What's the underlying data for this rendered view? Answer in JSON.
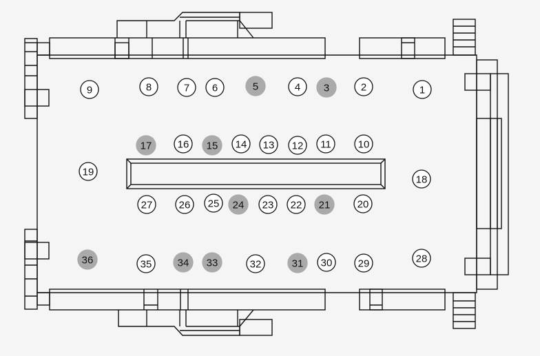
{
  "colors": {
    "background": "#f5f5f5",
    "line": "#111111",
    "pin_empty": "#ffffff",
    "pin_filled": "#aaaaaa"
  },
  "pins": [
    {
      "label": "1",
      "filled": false
    },
    {
      "label": "2",
      "filled": false
    },
    {
      "label": "3",
      "filled": true
    },
    {
      "label": "4",
      "filled": false
    },
    {
      "label": "5",
      "filled": true
    },
    {
      "label": "6",
      "filled": false
    },
    {
      "label": "7",
      "filled": false
    },
    {
      "label": "8",
      "filled": false
    },
    {
      "label": "9",
      "filled": false
    },
    {
      "label": "10",
      "filled": false
    },
    {
      "label": "11",
      "filled": false
    },
    {
      "label": "12",
      "filled": false
    },
    {
      "label": "13",
      "filled": false
    },
    {
      "label": "14",
      "filled": false
    },
    {
      "label": "15",
      "filled": true
    },
    {
      "label": "16",
      "filled": false
    },
    {
      "label": "17",
      "filled": true
    },
    {
      "label": "18",
      "filled": false
    },
    {
      "label": "19",
      "filled": false
    },
    {
      "label": "20",
      "filled": false
    },
    {
      "label": "21",
      "filled": true
    },
    {
      "label": "22",
      "filled": false
    },
    {
      "label": "23",
      "filled": false
    },
    {
      "label": "24",
      "filled": true
    },
    {
      "label": "25",
      "filled": false
    },
    {
      "label": "26",
      "filled": false
    },
    {
      "label": "27",
      "filled": false
    },
    {
      "label": "28",
      "filled": false
    },
    {
      "label": "29",
      "filled": false
    },
    {
      "label": "30",
      "filled": false
    },
    {
      "label": "31",
      "filled": true
    },
    {
      "label": "32",
      "filled": false
    },
    {
      "label": "33",
      "filled": true
    },
    {
      "label": "34",
      "filled": true
    },
    {
      "label": "35",
      "filled": false
    },
    {
      "label": "36",
      "filled": true
    }
  ]
}
